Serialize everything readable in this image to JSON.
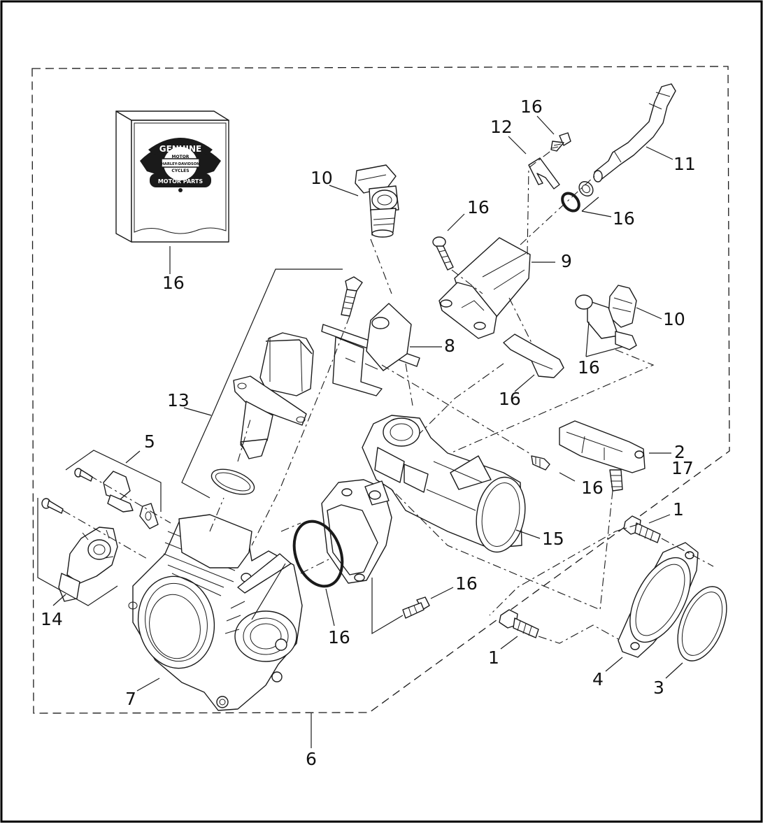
{
  "callouts": {
    "c1a": "1",
    "c1b": "1",
    "c2": "2",
    "c17": "17",
    "c3": "3",
    "c4": "4",
    "c5": "5",
    "c6": "6",
    "c7": "7",
    "c8": "8",
    "c9": "9",
    "c10a": "10",
    "c10b": "10",
    "c11": "11",
    "c12": "12",
    "c13": "13",
    "c14": "14",
    "c15": "15",
    "c16_box": "16",
    "c16_top": "16",
    "c16_right": "16",
    "c16_screw": "16",
    "c16_clip": "16",
    "c16_inj": "16",
    "c16_bolt": "16",
    "c16_oring": "16",
    "c16_lower": "16"
  },
  "logo": {
    "top": "GENUINE",
    "motor": "MOTOR",
    "brand": "HARLEY-DAVIDSON",
    "cycles": "CYCLES",
    "bottom": "MOTOR PARTS"
  },
  "colors": {
    "line": "#1a1a1a",
    "background": "#ffffff",
    "frame": "#000000"
  }
}
